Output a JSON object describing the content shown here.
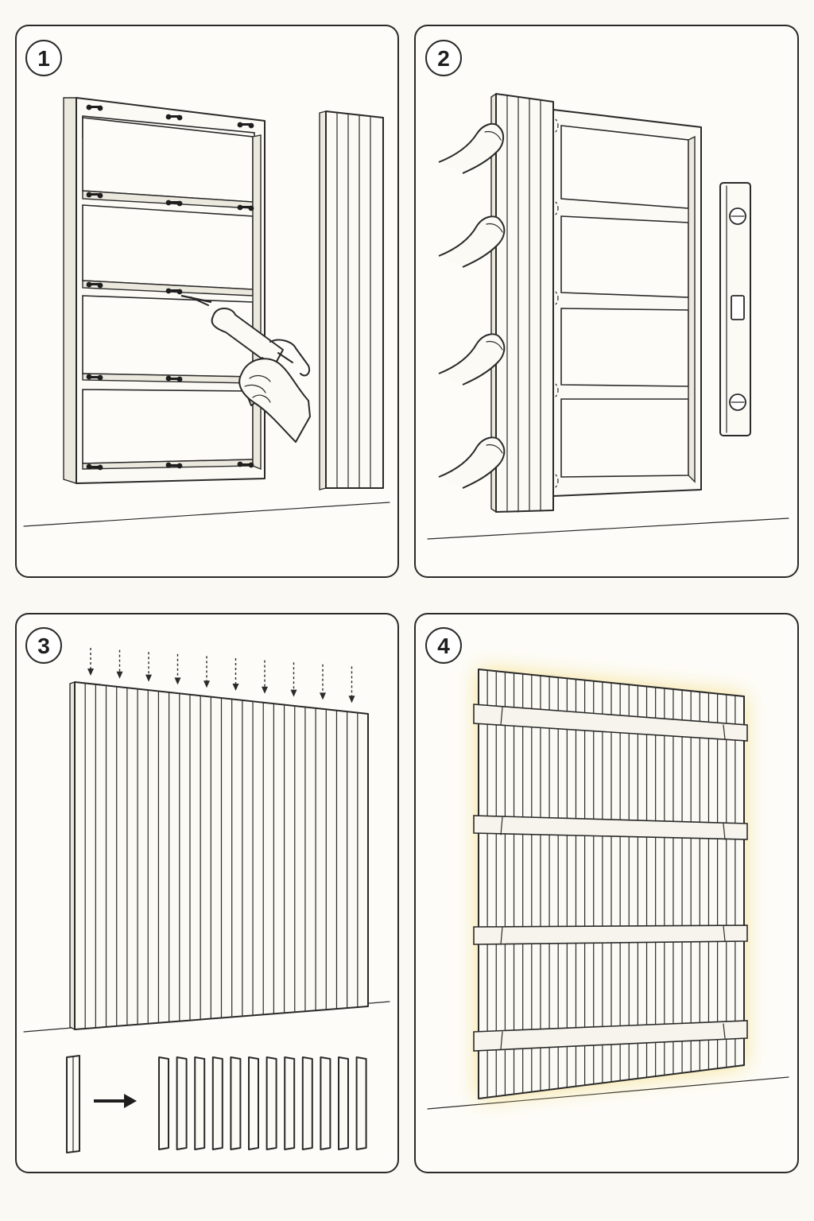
{
  "steps": [
    {
      "number": "1",
      "icon": "adhesive-frame-icon"
    },
    {
      "number": "2",
      "icon": "panel-mount-icon"
    },
    {
      "number": "3",
      "icon": "slat-array-icon"
    },
    {
      "number": "4",
      "icon": "finished-wall-icon"
    }
  ],
  "colors": {
    "background": "#faf9f4",
    "panel_border": "#2a2a2a",
    "wood": "#fbfaf5",
    "glow": "#f3d76a"
  }
}
